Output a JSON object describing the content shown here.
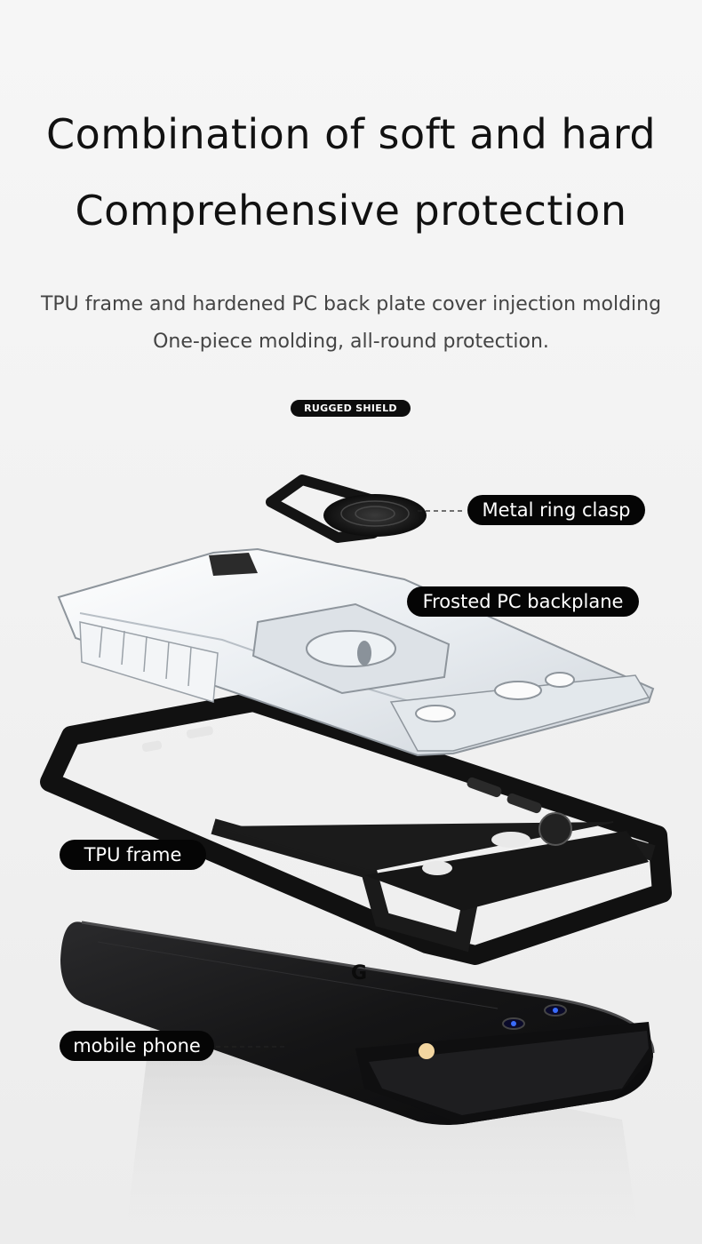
{
  "header": {
    "line1": "Combination of soft and hard",
    "line2": "Comprehensive protection"
  },
  "description": {
    "line1": "TPU frame and hardened PC back plate cover injection molding",
    "line2": "One-piece molding, all-round protection."
  },
  "badge": {
    "text": "RUGGED SHIELD"
  },
  "callouts": {
    "ring": "Metal ring clasp",
    "backplane": "Frosted PC backplane",
    "frame": "TPU frame",
    "phone": "mobile phone"
  },
  "colors": {
    "label_bg": "#050505",
    "label_text": "#ffffff",
    "phone_body": "#1c1c1e",
    "frame": "#141414"
  }
}
